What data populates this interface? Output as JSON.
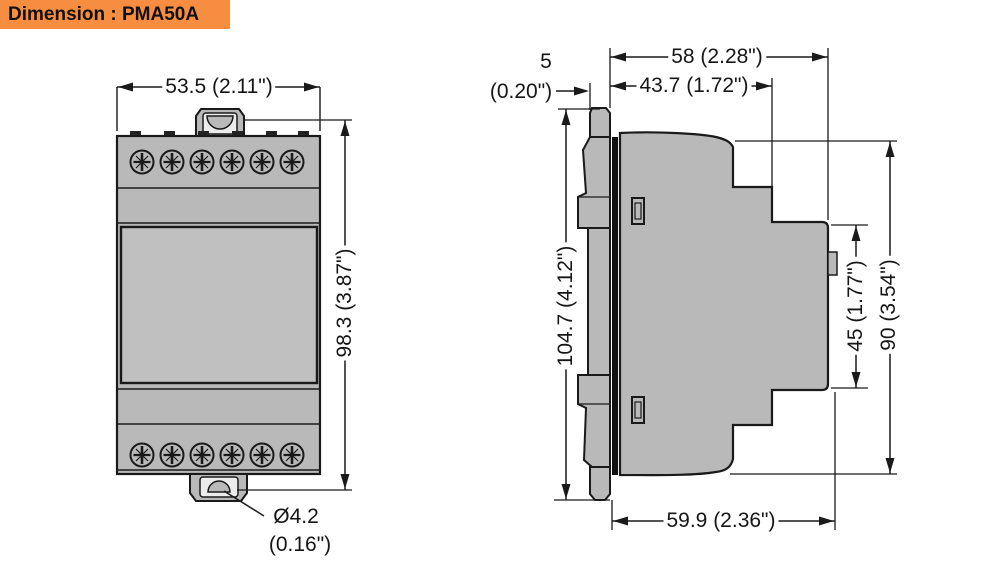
{
  "header": {
    "title": "Dimension : PMA50A",
    "bg_color": "#F68D40"
  },
  "colors": {
    "body_gray": "#b9b9b9",
    "panel_gray": "#c0c0c0",
    "outline": "#1a1a1a",
    "slot_white": "#ececec"
  },
  "front_view": {
    "width_label": "53.5 (2.11\")",
    "height_label": "98.3 (3.87\")",
    "hole_diameter_value": "Ø4.2",
    "hole_diameter_inches": "(0.16\")"
  },
  "side_view": {
    "rail_offset_value": "5",
    "rail_offset_inches": "(0.20\")",
    "depth_total_label": "58 (2.28\")",
    "depth_upper_label": "43.7 (1.72\")",
    "height_total_label": "104.7 (4.12\")",
    "front_height_label": "45 (1.77\")",
    "body_height_label": "90 (3.54\")",
    "depth_bottom_label": "59.9 (2.36\")"
  }
}
